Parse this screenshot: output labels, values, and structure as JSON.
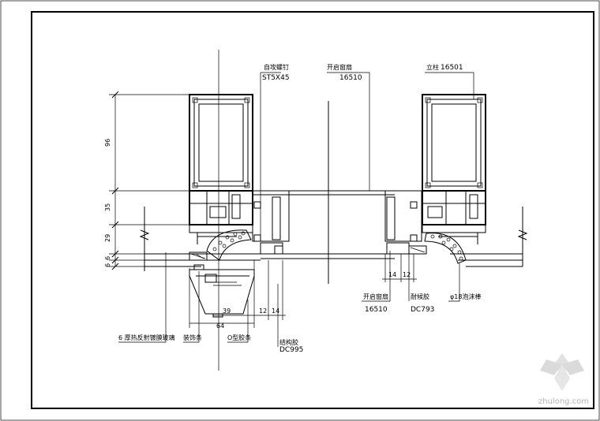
{
  "callouts": {
    "screw_name": "自攻螺钉",
    "screw_code": "ST5X45",
    "sash_name_top": "开启窗扇",
    "sash_code_top": "16510",
    "mullion_name": "立柱",
    "mullion_code": "16501",
    "glass_film": "6 厚热反射镀膜玻璃",
    "deco_strip": "装饰条",
    "o_seal": "O型胶条",
    "sealant_name": "结构胶",
    "sealant_code": "DC995",
    "sash_name_bottom": "开启窗扇",
    "sash_code_bottom": "16510",
    "weather_seal_name": "耐候胶",
    "weather_seal_code": "DC793",
    "foam_rod": "φ18泡沫棒"
  },
  "dimensions": {
    "d96": "96",
    "d35": "35",
    "d29": "29",
    "d6a": "6",
    "d6b": "6",
    "d39": "39",
    "d64": "64",
    "d12a": "12",
    "d14a": "14",
    "d14b": "14",
    "d12b": "12"
  },
  "watermark": "zhulong.com"
}
